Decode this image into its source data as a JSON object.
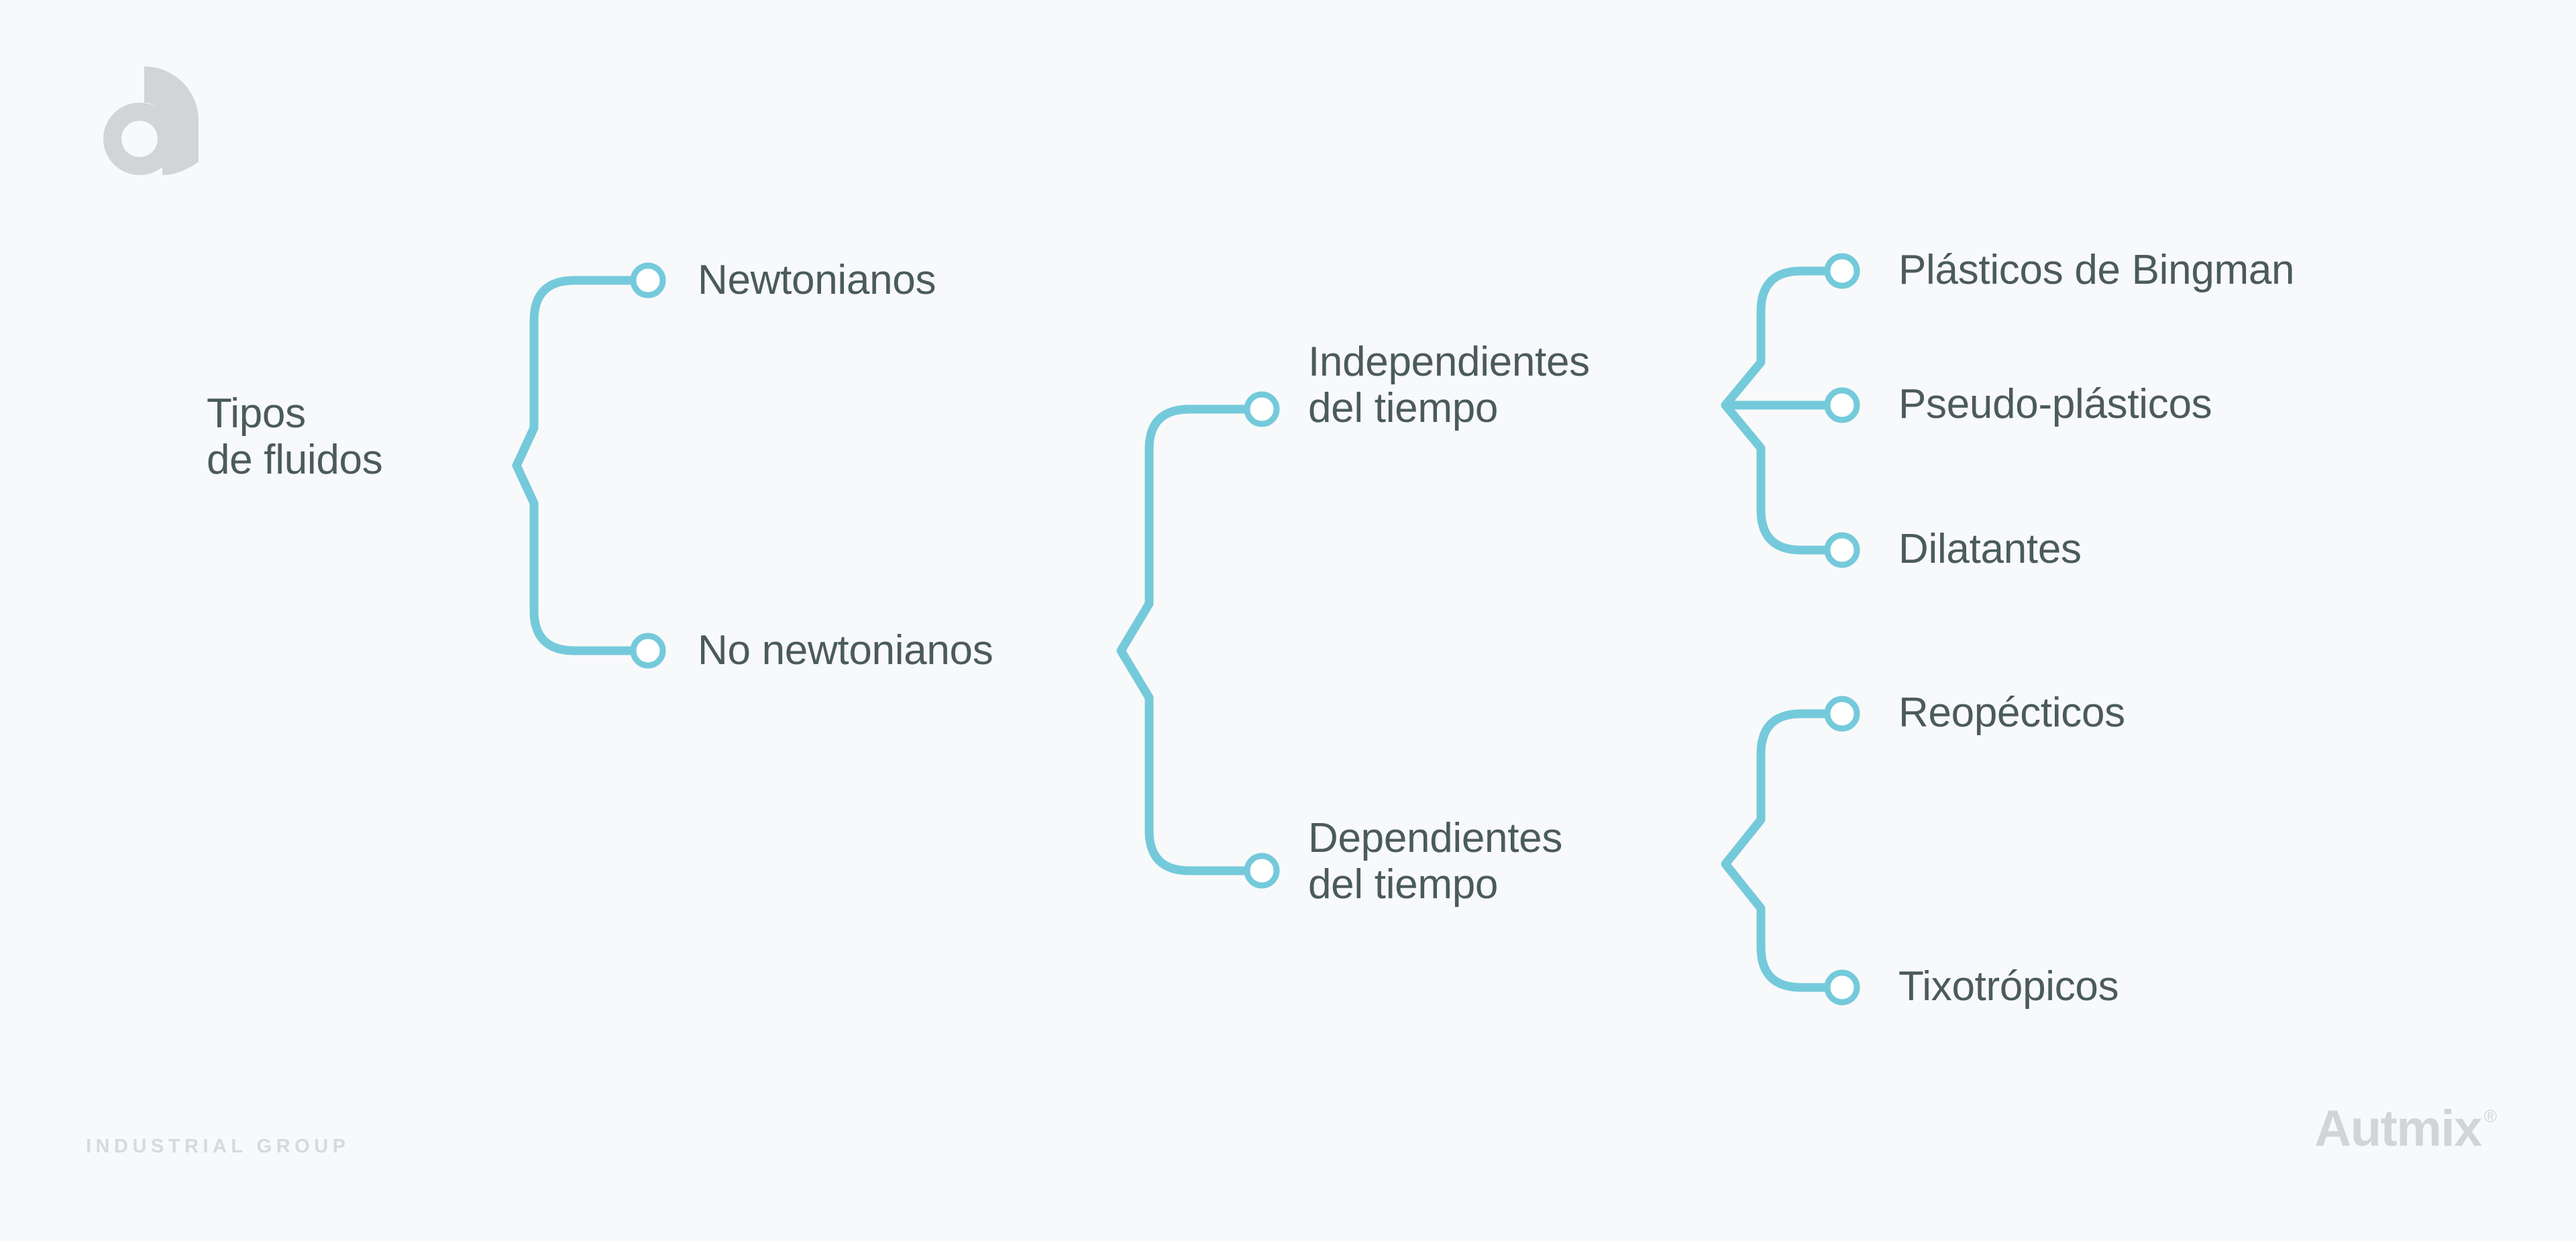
{
  "page": {
    "background_color": "#F8F9FA",
    "accent_color": "#74CADB",
    "text_color": "#4B5B5B",
    "muted_color": "#D5D8D9"
  },
  "brand": {
    "mark_name": "autmix-a-monogram",
    "footer_tagline": "INDUSTRIAL GROUP",
    "wordmark": "Autmix",
    "registered_mark": "®"
  },
  "diagram": {
    "title": "Tipos de fluidos",
    "nodes": {
      "root": {
        "label": "Tipos\nde fluidos"
      },
      "newtonianos": {
        "label": "Newtonianos"
      },
      "no_newtonianos": {
        "label": "No newtonianos"
      },
      "independientes": {
        "label": "Independientes\ndel tiempo"
      },
      "dependientes": {
        "label": "Dependientes\ndel tiempo"
      },
      "plasticos_bingman": {
        "label": "Plásticos de Bingman"
      },
      "pseudo_plasticos": {
        "label": "Pseudo-plásticos"
      },
      "dilatantes": {
        "label": "Dilatantes"
      },
      "reopecticos": {
        "label": "Reopécticos"
      },
      "tixotropicos": {
        "label": "Tixotrópicos"
      }
    },
    "levels": [
      {
        "name": "level-1",
        "items": [
          "newtonianos",
          "no_newtonianos"
        ]
      },
      {
        "name": "level-2",
        "items": [
          "independientes",
          "dependientes"
        ]
      },
      {
        "name": "level-3a",
        "items": [
          "plasticos_bingman",
          "pseudo_plasticos",
          "dilatantes"
        ]
      },
      {
        "name": "level-3b",
        "items": [
          "reopecticos",
          "tixotropicos"
        ]
      }
    ]
  }
}
